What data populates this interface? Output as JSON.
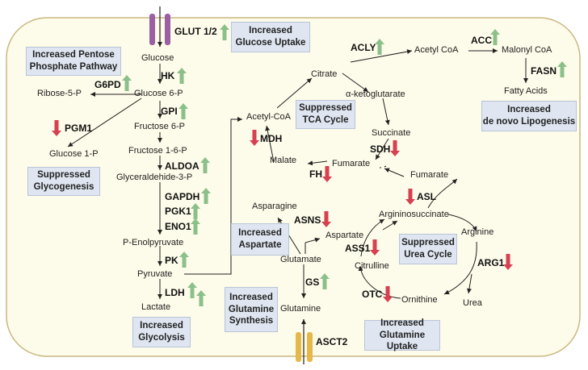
{
  "colors": {
    "cell_border": "#c9b880",
    "cell_fill": "#fdfbe9",
    "arrow_up": "#8cc08a",
    "arrow_down": "#d64050",
    "glut_transporter": "#9b5fa3",
    "asct2_transporter": "#e6b84a",
    "box_fill": "#dfe6f1"
  },
  "icons": {
    "up": "arrow-up-icon",
    "down": "arrow-down-icon"
  },
  "boxes": {
    "glucose_uptake": "Increased\nGlucose Uptake",
    "pentose": "Increased Pentose\nPhosphate Pathway",
    "glycogenesis": "Suppressed\nGlycogenesis",
    "glycolysis": "Increased\nGlycolysis",
    "tca": "Suppressed\nTCA Cycle",
    "lipogenesis": "Increased\nde novo Lipogenesis",
    "aspartate": "Increased\nAspartate",
    "glutamine_synthesis": "Increased\nGlutamine\nSynthesis",
    "urea": "Suppressed\nUrea Cycle",
    "glutamine_uptake": "Increased\nGlutamine Uptake"
  },
  "metabolites": {
    "glucose": "Glucose",
    "ribose5p": "Ribose-5-P",
    "g6p": "Glucose 6-P",
    "g1p": "Glucose 1-P",
    "f6p": "Fructose 6-P",
    "f16p": "Fructose 1-6-P",
    "g3p": "Glyceraldehide-3-P",
    "pep": "P-Enolpyruvate",
    "pyruvate": "Pyruvate",
    "lactate": "Lactate",
    "acetylcoa_mito": "Acetyl-CoA",
    "citrate": "Citrate",
    "akg": "α-ketoglutarate",
    "succinate": "Succinate",
    "fumarate_tca": "Fumarate",
    "malate": "Malate",
    "acetylcoa_cyto": "Acetyl CoA",
    "malonylcoa": "Malonyl CoA",
    "fatty_acids": "Fatty Acids",
    "fumarate_urea": "Fumarate",
    "asparagine": "Asparagine",
    "aspartate": "Aspartate",
    "argininosuccinate": "Argininosuccinate",
    "arginine": "Arginine",
    "citrulline": "Citrulline",
    "ornithine": "Ornithine",
    "urea": "Urea",
    "glutamate": "Glutamate",
    "glutamine": "Glutamine"
  },
  "enzymes": {
    "glut": "GLUT 1/2",
    "hk": "HK",
    "g6pd": "G6PD",
    "pgm1": "PGM1",
    "gpi": "GPI",
    "aldoa": "ALDOA",
    "gapdh": "GAPDH",
    "pgk1": "PGK1",
    "eno1": "ENO1",
    "pk": "PK",
    "ldh": "LDH",
    "acly": "ACLY",
    "acc": "ACC",
    "fasn": "FASN",
    "mdh": "MDH",
    "sdh": "SDH",
    "fh": "FH",
    "asns": "ASNS",
    "asl": "ASL",
    "ass1": "ASS1",
    "arg1": "ARG1",
    "otc": "OTC",
    "gs": "GS",
    "asct2": "ASCT2"
  }
}
